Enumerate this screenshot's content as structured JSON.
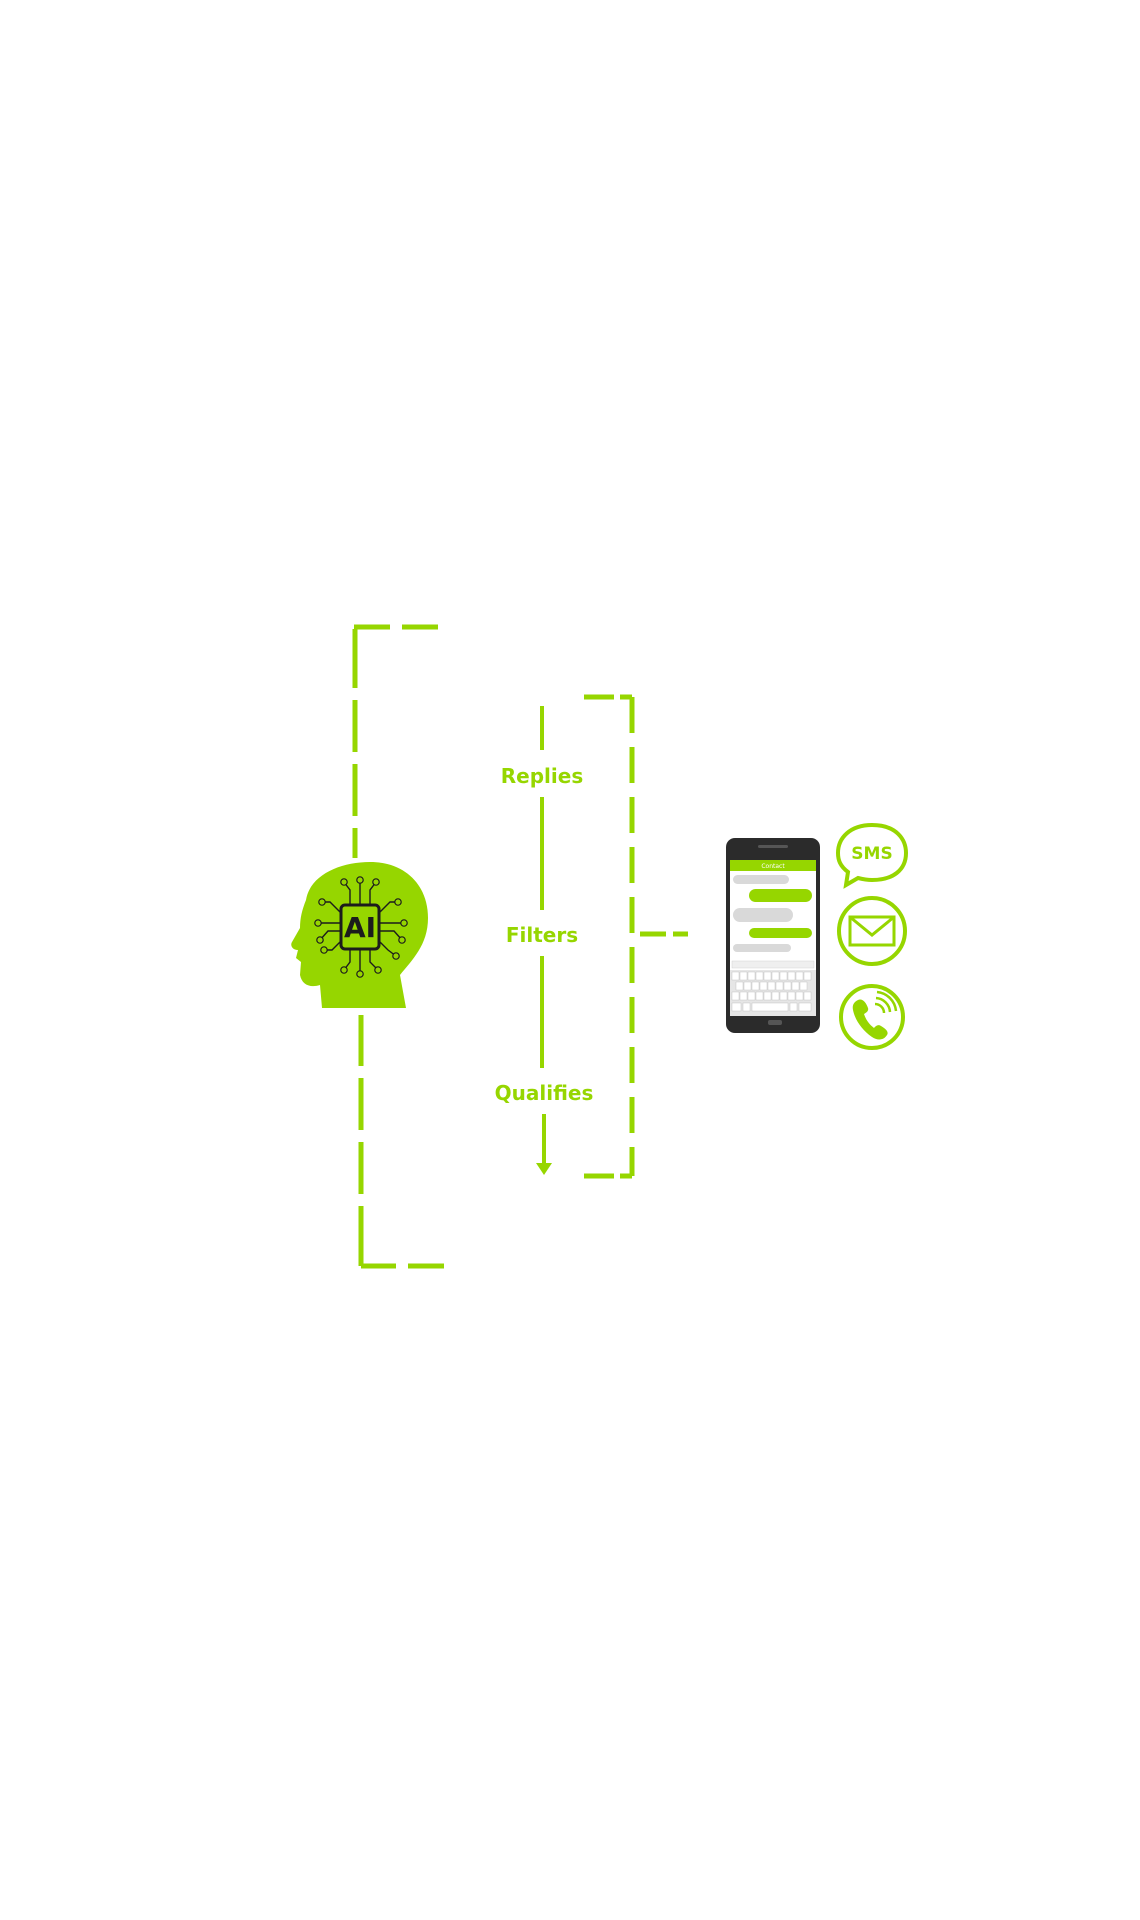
{
  "diagram": {
    "steps": [
      {
        "label": "Replies"
      },
      {
        "label": "Filters"
      },
      {
        "label": "Qualifies"
      }
    ],
    "ai_head": {
      "chip_label": "AI"
    },
    "phone": {
      "header_title": "Contact"
    },
    "channels": {
      "sms_label": "SMS"
    },
    "colors": {
      "accent": "#96d600",
      "dark": "#1c1c1c",
      "bubble_gray": "#d9d9d9",
      "phone_body": "#2b2b2b"
    }
  }
}
